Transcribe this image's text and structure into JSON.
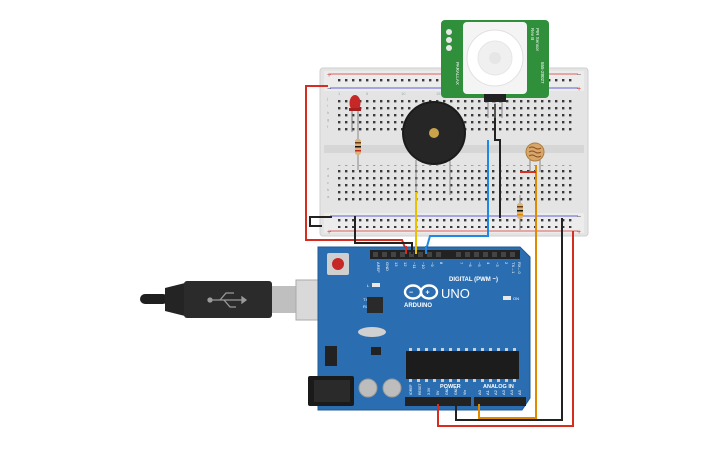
{
  "arduino": {
    "model_label": "UNO",
    "brand_label": "ARDUINO",
    "digital_header_label": "DIGITAL (PWM ~)",
    "power_header_label": "POWER",
    "analog_header_label": "ANALOG IN",
    "led_l_label": "L",
    "led_tx_label": "TX",
    "led_rx_label": "RX",
    "on_label": "ON",
    "digital_pins": [
      "AREF",
      "GND",
      "13",
      "12",
      "~11",
      "~10",
      "~9",
      "8",
      "7",
      "~6",
      "~5",
      "4",
      "~3",
      "2",
      "TX→1",
      "RX←0"
    ],
    "power_pins": [
      "IOREF",
      "RESET",
      "3.3V",
      "5V",
      "GND",
      "GND",
      "Vin"
    ],
    "analog_pins": [
      "A0",
      "A1",
      "A2",
      "A3",
      "A4",
      "A5"
    ]
  },
  "pir_sensor": {
    "name_label": "PIR Sensor",
    "rev_label": "Rev B",
    "side_label_left": "PARALLAX",
    "side_label_right": "555-28027"
  },
  "breadboard": {
    "row_labels": [
      "a",
      "b",
      "c",
      "d",
      "e",
      "f",
      "g",
      "h",
      "i",
      "j"
    ],
    "column_labels": [
      "1",
      "5",
      "10",
      "15",
      "20",
      "25",
      "30"
    ]
  },
  "colors": {
    "board": "#2a6db0",
    "breadboard": "#e6e6e6",
    "wire_red": "#d62d20",
    "wire_black": "#222222",
    "wire_yellow": "#e8c200",
    "wire_blue": "#1e88e5",
    "wire_orange": "#e08a00",
    "pir_pcb": "#2f8f3a",
    "led": "#c62828"
  }
}
